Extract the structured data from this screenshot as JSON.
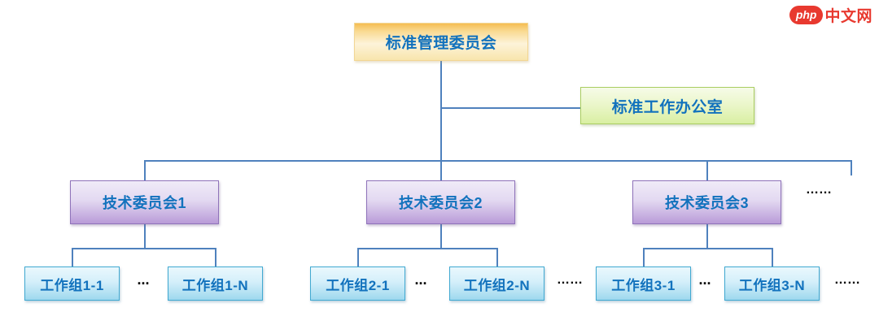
{
  "logo": {
    "badge_label": "php",
    "site_name": "中文网"
  },
  "org_chart": {
    "root": {
      "label": "标准管理委员会"
    },
    "office": {
      "label": "标准工作办公室"
    },
    "committees": [
      {
        "label": "技术委员会1",
        "workgroups": [
          "工作组1-1",
          "工作组1-N"
        ],
        "separator": "..."
      },
      {
        "label": "技术委员会2",
        "workgroups": [
          "工作组2-1",
          "工作组2-N"
        ],
        "separator": "...",
        "trailing": "……"
      },
      {
        "label": "技术委员会3",
        "workgroups": [
          "工作组3-1",
          "工作组3-N"
        ],
        "separator": "...",
        "trailing": "……"
      }
    ],
    "committees_trailing": "……"
  },
  "colors": {
    "connector": "#4f81bd",
    "node_text": "#1272bd",
    "root_fill_top": "#f5bd52",
    "root_fill_bottom": "#f8e5ac",
    "office_border": "#aacd62",
    "committee_border": "#8f73ba",
    "workgroup_border": "#41a9d1",
    "logo_red": "#e8392f",
    "dots": "#000000"
  }
}
